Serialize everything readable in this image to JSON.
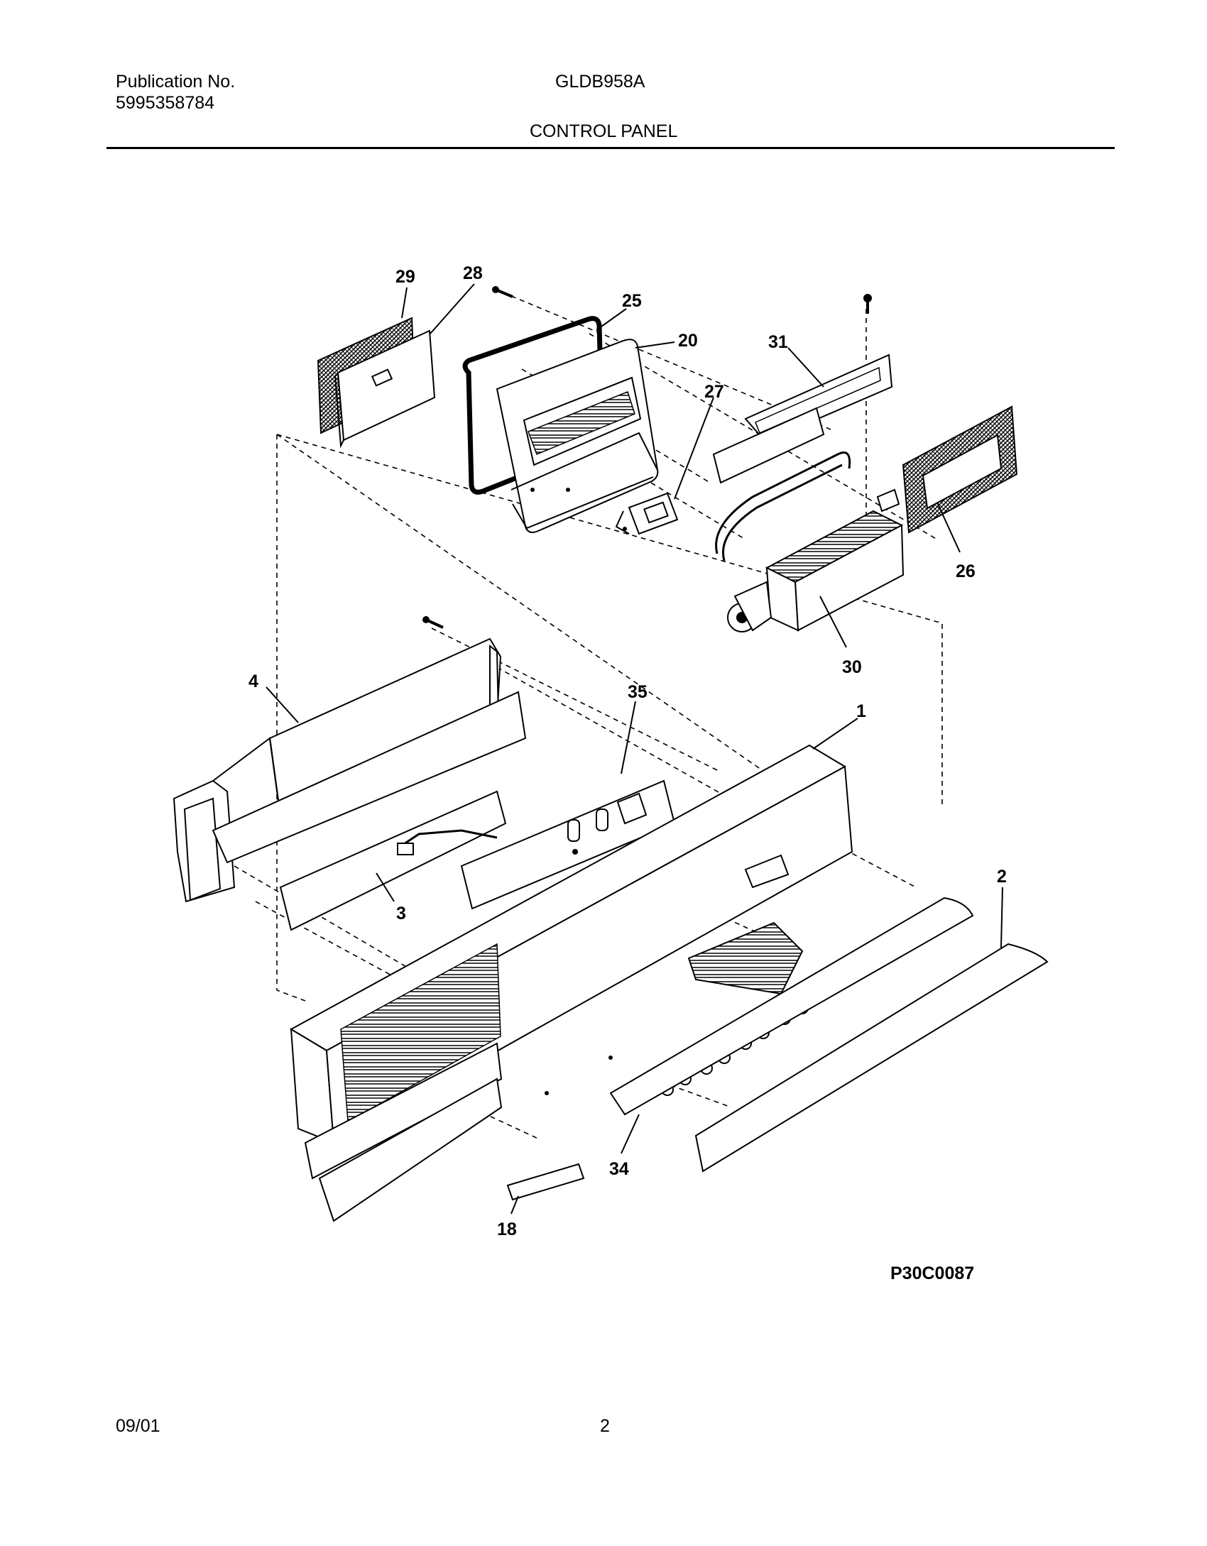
{
  "header": {
    "publication_label": "Publication No.",
    "publication_number": "5995358784",
    "model": "GLDB958A",
    "section_title": "CONTROL PANEL"
  },
  "callouts": {
    "c29": "29",
    "c28": "28",
    "c25": "25",
    "c20": "20",
    "c31": "31",
    "c27": "27",
    "c26": "26",
    "c30": "30",
    "c4": "4",
    "c35": "35",
    "c1": "1",
    "c2": "2",
    "c3": "3",
    "c34": "34",
    "c18": "18"
  },
  "diagram_code": "P30C0087",
  "footer": {
    "date": "09/01",
    "page": "2"
  }
}
